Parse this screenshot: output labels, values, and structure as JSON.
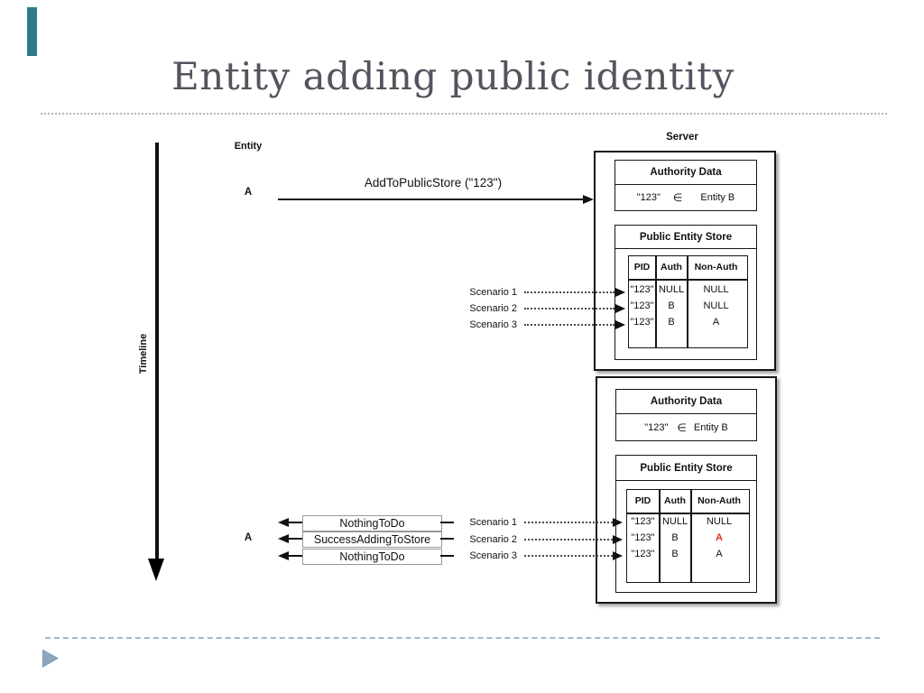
{
  "slide": {
    "title": "Entity adding public identity"
  },
  "diagram": {
    "timeline_label": "Timeline",
    "entity_column_label": "Entity",
    "server_column_label": "Server",
    "actor_top_label": "A",
    "actor_bottom_label": "A",
    "request_message": "AddToPublicStore (\"123\")",
    "response_messages": [
      "NothingToDo",
      "SuccessAddingToStore",
      "NothingToDo"
    ],
    "scenario_labels_top": [
      "Scenario 1",
      "Scenario 2",
      "Scenario 3"
    ],
    "scenario_labels_bottom": [
      "Scenario 1",
      "Scenario 2",
      "Scenario 3"
    ],
    "server_state_before": {
      "authority": {
        "title": "Authority Data",
        "pid": "\"123\"",
        "relation": "∈",
        "owner": "Entity B"
      },
      "store": {
        "title": "Public Entity Store",
        "headers": {
          "pid": "PID",
          "auth": "Auth",
          "nonauth": "Non-Auth"
        },
        "rows": [
          {
            "pid": "\"123\"",
            "auth": "NULL",
            "nonauth": "NULL"
          },
          {
            "pid": "\"123\"",
            "auth": "B",
            "nonauth": "NULL"
          },
          {
            "pid": "\"123\"",
            "auth": "B",
            "nonauth": "A"
          }
        ]
      }
    },
    "server_state_after": {
      "authority": {
        "title": "Authority Data",
        "pid": "\"123\"",
        "relation": "∈",
        "owner": "Entity B"
      },
      "store": {
        "title": "Public Entity Store",
        "headers": {
          "pid": "PID",
          "auth": "Auth",
          "nonauth": "Non-Auth"
        },
        "rows": [
          {
            "pid": "\"123\"",
            "auth": "NULL",
            "nonauth": "NULL"
          },
          {
            "pid": "\"123\"",
            "auth": "B",
            "nonauth": "A",
            "nonauth_highlighted": true
          },
          {
            "pid": "\"123\"",
            "auth": "B",
            "nonauth": "A"
          }
        ]
      }
    },
    "colors": {
      "accent_bar": "#2e7a8c",
      "footer_triangle": "#8ca7be",
      "highlight_text": "#e8251d",
      "title_text": "#53555e"
    }
  }
}
